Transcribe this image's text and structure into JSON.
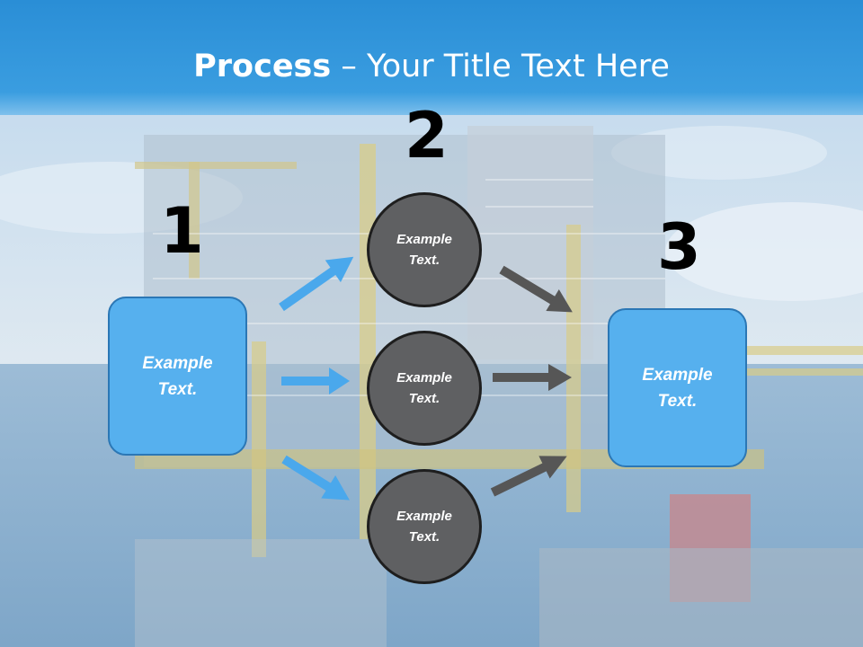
{
  "slide": {
    "title_bold": "Process",
    "title_rest": " – Your Title Text Here"
  },
  "steps": {
    "one": "1",
    "two": "2",
    "three": "3"
  },
  "nodes": {
    "left_box": "Example Text.",
    "circle_top": "Example Text.",
    "circle_middle": "Example Text.",
    "circle_bottom": "Example Text.",
    "right_box": "Example Text."
  },
  "colors": {
    "header": "#2a8ed6",
    "box_fill": "#56b0ee",
    "box_border": "#2b77b5",
    "circle_fill": "#5f6062",
    "circle_border": "#1e1e1e",
    "blue_arrow": "#4aa8ec",
    "gray_arrow": "#565656"
  },
  "background_image": "offshore-oil-platform"
}
